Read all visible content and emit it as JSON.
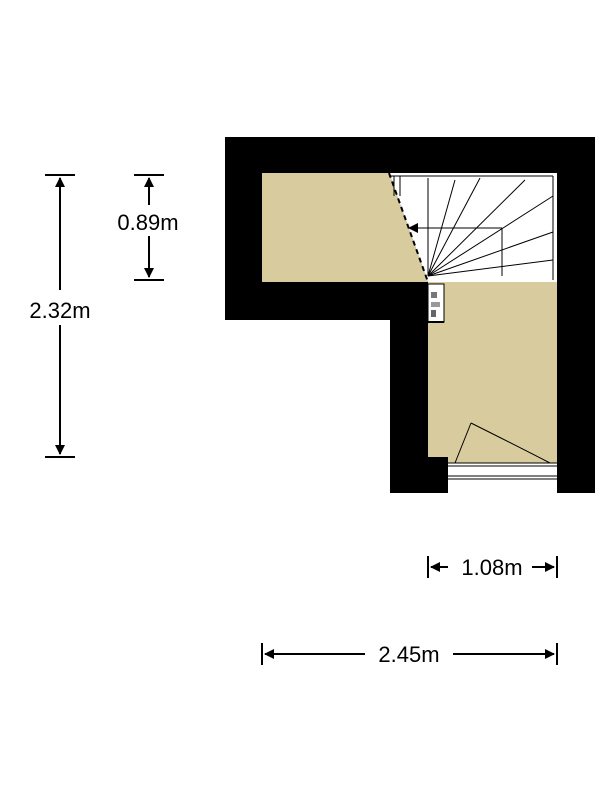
{
  "colors": {
    "wall": "#000000",
    "floor": "#d8cc9e",
    "background": "#ffffff",
    "dimension_line": "#000000"
  },
  "dimensions": {
    "height_total": "2.32m",
    "height_upper": "0.89m",
    "width_total": "2.45m",
    "width_inner": "1.08m"
  },
  "elements": {
    "staircase": "winding-staircase",
    "door": "entrance-door",
    "meter": "meter-cupboard"
  }
}
